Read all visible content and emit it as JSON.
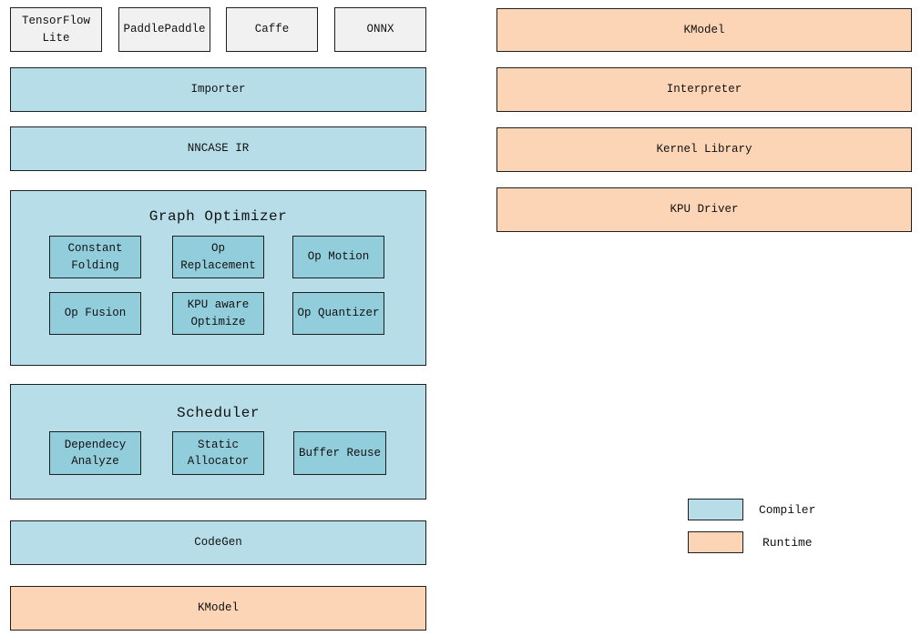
{
  "colors": {
    "compiler_light": "#b7dee8",
    "compiler_dark": "#92cddc",
    "runtime_orange": "#fbd5b5",
    "framework_gray": "#f1f1f1",
    "border_dark": "#1f1f1f"
  },
  "frameworks": [
    "TensorFlow Lite",
    "PaddlePaddle",
    "Caffe",
    "ONNX"
  ],
  "compiler": {
    "importer": "Importer",
    "nncase_ir": "NNCASE IR",
    "graph_optimizer": {
      "title": "Graph Optimizer",
      "items": [
        "Constant Folding",
        "Op Replacement",
        "Op Motion",
        "Op Fusion",
        "KPU aware Optimize",
        "Op Quantizer"
      ]
    },
    "scheduler": {
      "title": "Scheduler",
      "items": [
        "Dependecy Analyze",
        "Static Allocator",
        "Buffer Reuse"
      ]
    },
    "codegen": "CodeGen",
    "kmodel": "KModel"
  },
  "runtime": {
    "items": [
      "KModel",
      "Interpreter",
      "Kernel Library",
      "KPU Driver"
    ]
  },
  "legend": {
    "compiler_label": "Compiler",
    "runtime_label": "Runtime"
  }
}
